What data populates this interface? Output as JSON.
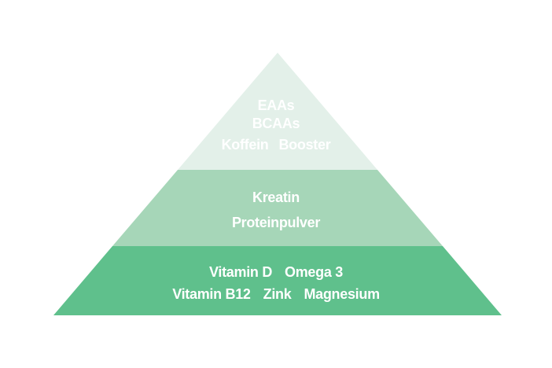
{
  "background_color": "#ffffff",
  "text_color": "#ffffff",
  "pyramid": {
    "type": "pyramid-diagram",
    "tiers": [
      {
        "level": "top",
        "color": "#e3f0e9",
        "lines": [
          [
            "EAAs"
          ],
          [
            "BCAAs"
          ],
          [
            "Koffein",
            "Booster"
          ]
        ]
      },
      {
        "level": "middle",
        "color": "#a6d6b8",
        "lines": [
          [
            "Kreatin"
          ],
          [
            "Proteinpulver"
          ]
        ]
      },
      {
        "level": "bottom",
        "color": "#5fc08c",
        "lines": [
          [
            "Vitamin D",
            "Omega 3"
          ],
          [
            "Vitamin B12",
            "Zink",
            "Magnesium"
          ]
        ]
      }
    ]
  }
}
